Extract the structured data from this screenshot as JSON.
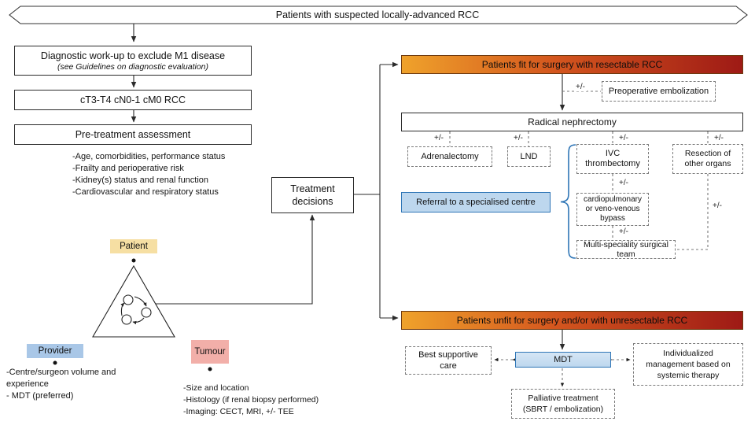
{
  "title_banner": "Patients with suspected locally-advanced RCC",
  "left": {
    "diagnostic_title": "Diagnostic work-up to exclude M1 disease",
    "diagnostic_subtitle": "(see Guidelines on diagnostic evaluation)",
    "stage": "cT3-T4 cN0-1 cM0 RCC",
    "pretreatment": "Pre-treatment assessment",
    "assessment_notes": [
      "-Age, comorbidities, performance status",
      "-Frailty and perioperative risk",
      "-Kidney(s) status and renal function",
      "-Cardiovascular and respiratory status"
    ]
  },
  "triad": {
    "patient": "Patient",
    "provider": "Provider",
    "tumour": "Tumour",
    "provider_notes": [
      "-Centre/surgeon volume and experience",
      "- MDT (preferred)"
    ],
    "tumour_notes": [
      "-Size and location",
      "-Histology (if renal biopsy performed)",
      "-Imaging: CECT, MRI, +/- TEE"
    ]
  },
  "center": {
    "treatment_decisions": "Treatment decisions"
  },
  "labels": {
    "plusminus": "+/-"
  },
  "fit": {
    "banner": "Patients fit for surgery with resectable RCC",
    "preop": "Preoperative embolization",
    "nephrectomy": "Radical nephrectomy",
    "adrenalectomy": "Adrenalectomy",
    "lnd": "LND",
    "ivc": "IVC thrombectomy",
    "resection": "Resection of other organs",
    "bypass": "cardiopulmonary or veno-venous bypass",
    "team": "Multi-speciality surgical team",
    "referral": "Referral to a specialised centre"
  },
  "unfit": {
    "banner": "Patients unfit for surgery and/or with unresectable RCC",
    "mdt": "MDT",
    "supportive": "Best supportive care",
    "individualized": "Individualized management based on systemic therapy",
    "palliative": "Palliative treatment (SBRT / embolization)"
  },
  "colors": {
    "banner_a": "#EFA22B",
    "banner_mid": "#D4561E",
    "banner_b": "#9E1A15",
    "patient_bg": "#F6DFA3",
    "provider_bg": "#A9C7E7",
    "tumour_bg": "#F2AFA9",
    "blue_fill": "#BDD7EE",
    "blue_border": "#2E75B6"
  }
}
